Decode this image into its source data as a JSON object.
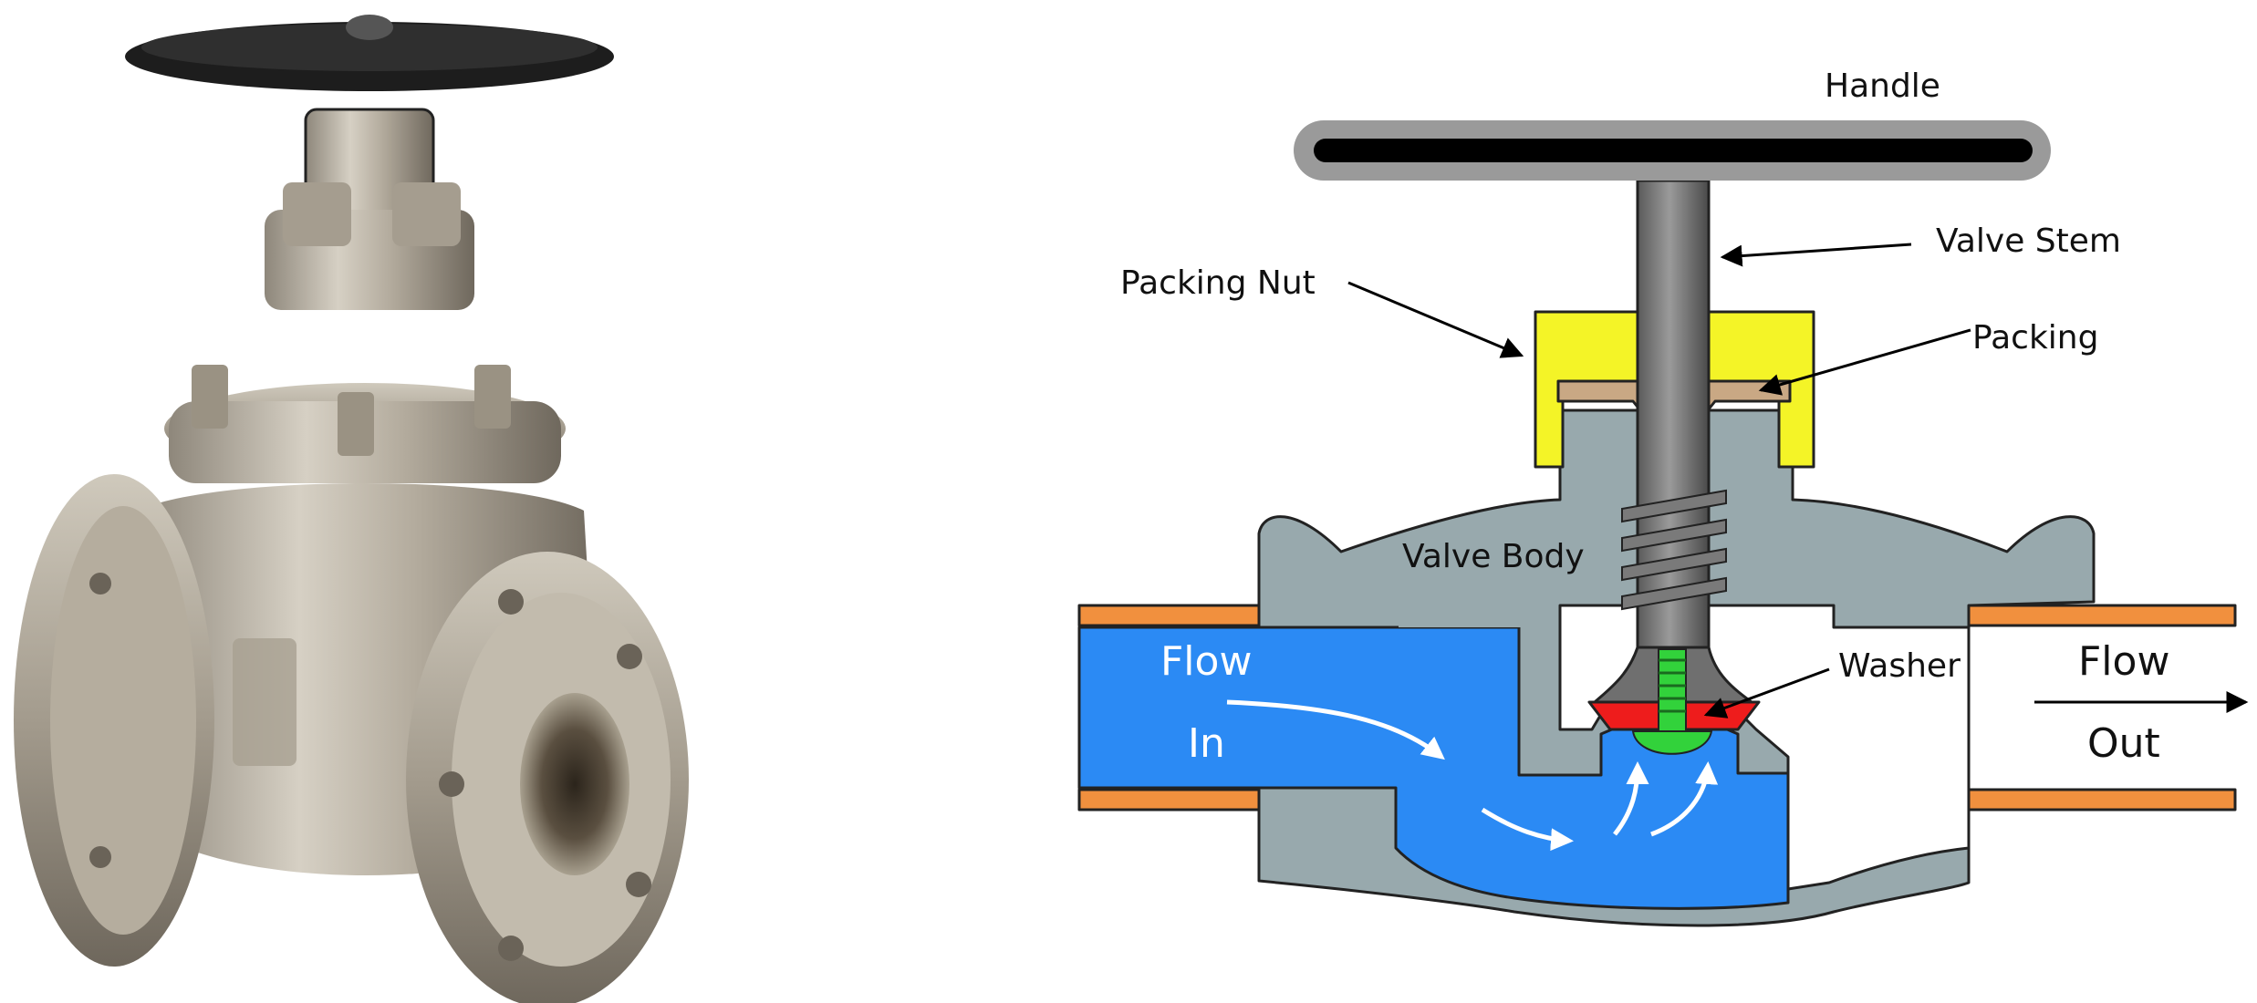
{
  "diagram": {
    "labels": {
      "handle": "Handle",
      "valve_stem": "Valve Stem",
      "packing_nut": "Packing Nut",
      "packing": "Packing",
      "valve_body": "Valve Body",
      "washer": "Washer",
      "flow_in_top": "Flow",
      "flow_in_bottom": "In",
      "flow_out_top": "Flow",
      "flow_out_bottom": "Out"
    },
    "colors": {
      "valve_body": "#98a9ad",
      "fluid": "#2b8af4",
      "pipe": "#f1903e",
      "packing_nut": "#f4f427",
      "packing": "#c9a884",
      "washer": "#ee1c1c",
      "screw": "#32d23b",
      "handle_outer": "#9a9a9a",
      "handle_inner": "#000000",
      "stem": "#6f6f6f"
    }
  }
}
